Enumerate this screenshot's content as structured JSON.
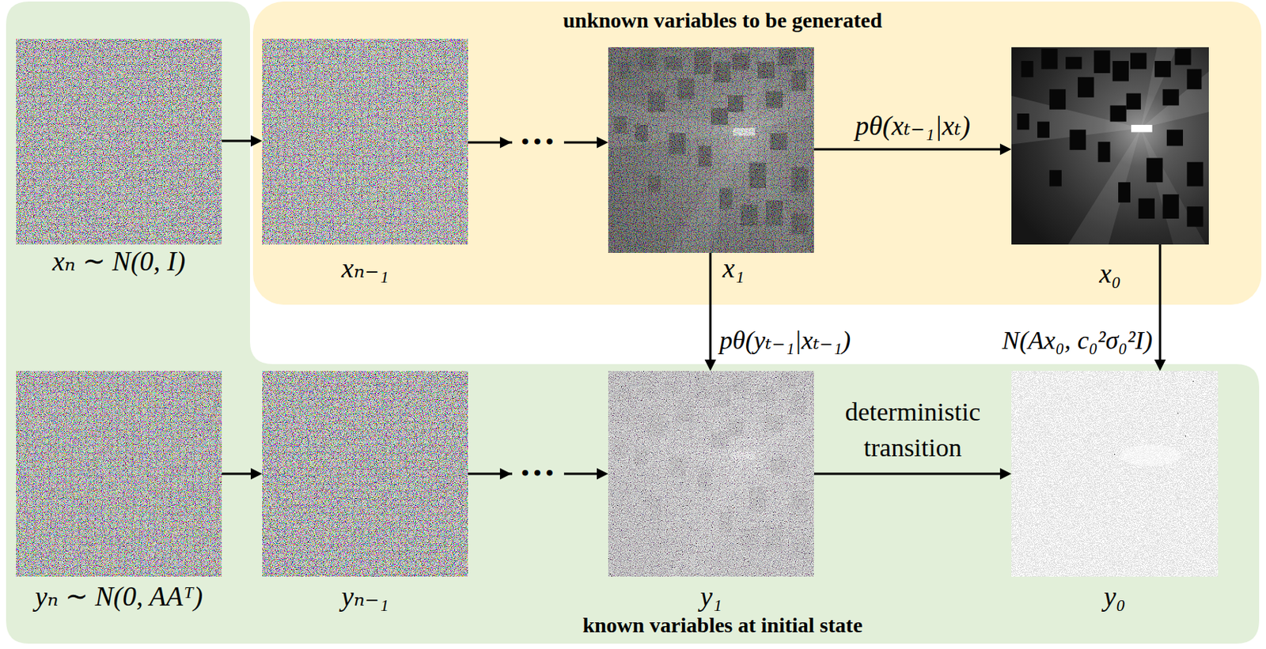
{
  "diagram": {
    "nodes": [
      {
        "text": [
          "known variables at initial state"
        ]
      },
      {
        "text": [
          "unknown variables to be generated"
        ]
      },
      {
        "text": [
          "xₙ ∼ N(0, I)"
        ],
        "in": 0
      },
      {
        "text": [
          "xₙ₋₁"
        ],
        "in": 1
      },
      {
        "text": [
          "x₁"
        ],
        "in": 1
      },
      {
        "text": [
          "x₀"
        ],
        "in": 1
      },
      {
        "text": [
          "yₙ ∼ N(0, AAᵀ)"
        ],
        "in": 0
      },
      {
        "text": [
          "yₙ₋₁"
        ],
        "in": 0
      },
      {
        "text": [
          "y₁"
        ],
        "in": 0
      },
      {
        "text": [
          "y₀"
        ],
        "in": 0
      }
    ],
    "edges": [
      {
        "from": 2,
        "to": 3,
        "arrow": "to"
      },
      {
        "from": 3,
        "to": 4,
        "arrow": "to",
        "label": "•••"
      },
      {
        "from": 4,
        "to": 5,
        "arrow": "to",
        "label": "pθ(xₜ₋₁|xₜ)"
      },
      {
        "from": 4,
        "to": 8,
        "arrow": "to",
        "label": "pθ(yₜ₋₁|xₜ₋₁)"
      },
      {
        "from": 5,
        "to": 9,
        "arrow": "to",
        "label": "N(Ax₀, c₀²σ₀²I)"
      },
      {
        "from": 6,
        "to": 7,
        "arrow": "to"
      },
      {
        "from": 7,
        "to": 8,
        "arrow": "to",
        "label": "•••"
      },
      {
        "from": 8,
        "to": 9,
        "arrow": "to",
        "label": "deterministic transition"
      }
    ]
  }
}
